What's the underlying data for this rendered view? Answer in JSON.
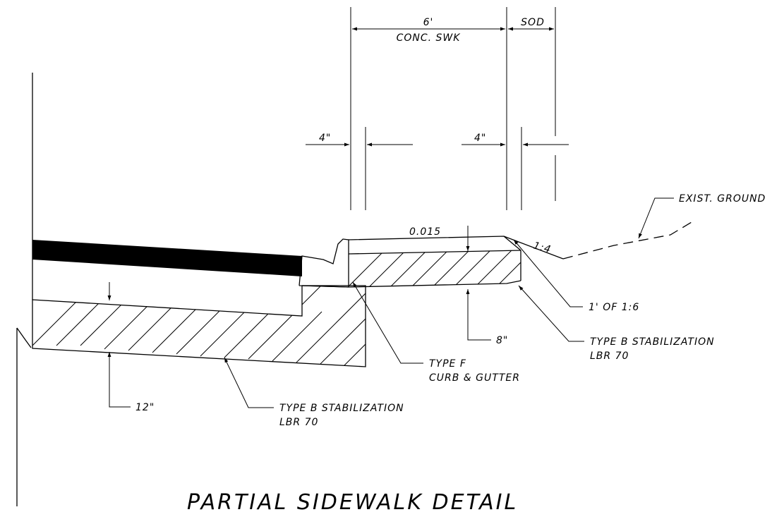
{
  "title": "PARTIAL SIDEWALK DETAIL",
  "dimensions": {
    "sidewalk_width": "6'",
    "sidewalk_label": "CONC. SWK",
    "sod": "SOD",
    "left_thickness": "4\"",
    "right_thickness": "4\"",
    "slope_top": "0.015",
    "slope_side": "1:4",
    "walk_base": "8\"",
    "road_base": "12\""
  },
  "callouts": {
    "exist_ground": "EXIST. GROUND",
    "one_of": "1' OF 1:6",
    "walk_stab_1": "TYPE B STABILIZATION",
    "walk_stab_2": "LBR 70",
    "curb_1": "TYPE F",
    "curb_2": "CURB & GUTTER",
    "road_stab_1": "TYPE B STABILIZATION",
    "road_stab_2": "LBR 70"
  }
}
